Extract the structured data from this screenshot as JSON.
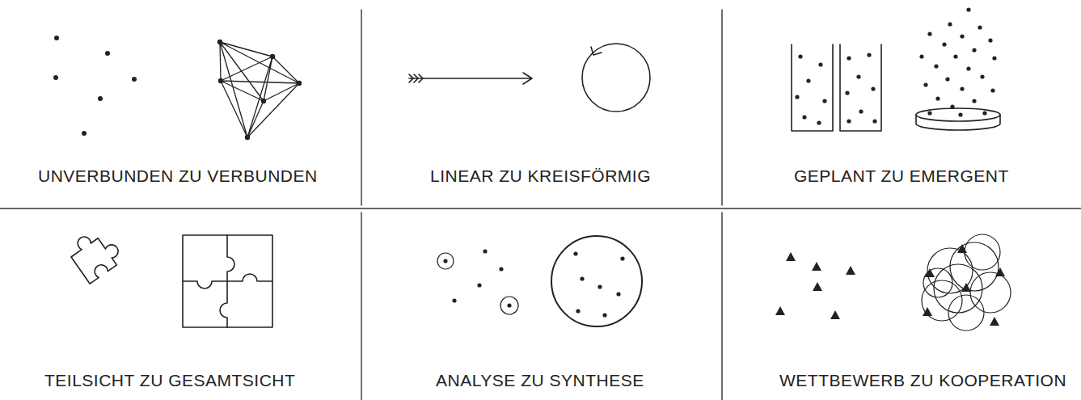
{
  "diagram": {
    "labels": [
      "UNVERBUNDEN ZU VERBUNDEN",
      "LINEAR ZU KREISFÖRMIG",
      "GEPLANT ZU EMERGENT",
      "TEILSICHT ZU GESAMTSICHT",
      "ANALYSE ZU SYNTHESE",
      "WETTBEWERB ZU KOOPERATION"
    ]
  }
}
